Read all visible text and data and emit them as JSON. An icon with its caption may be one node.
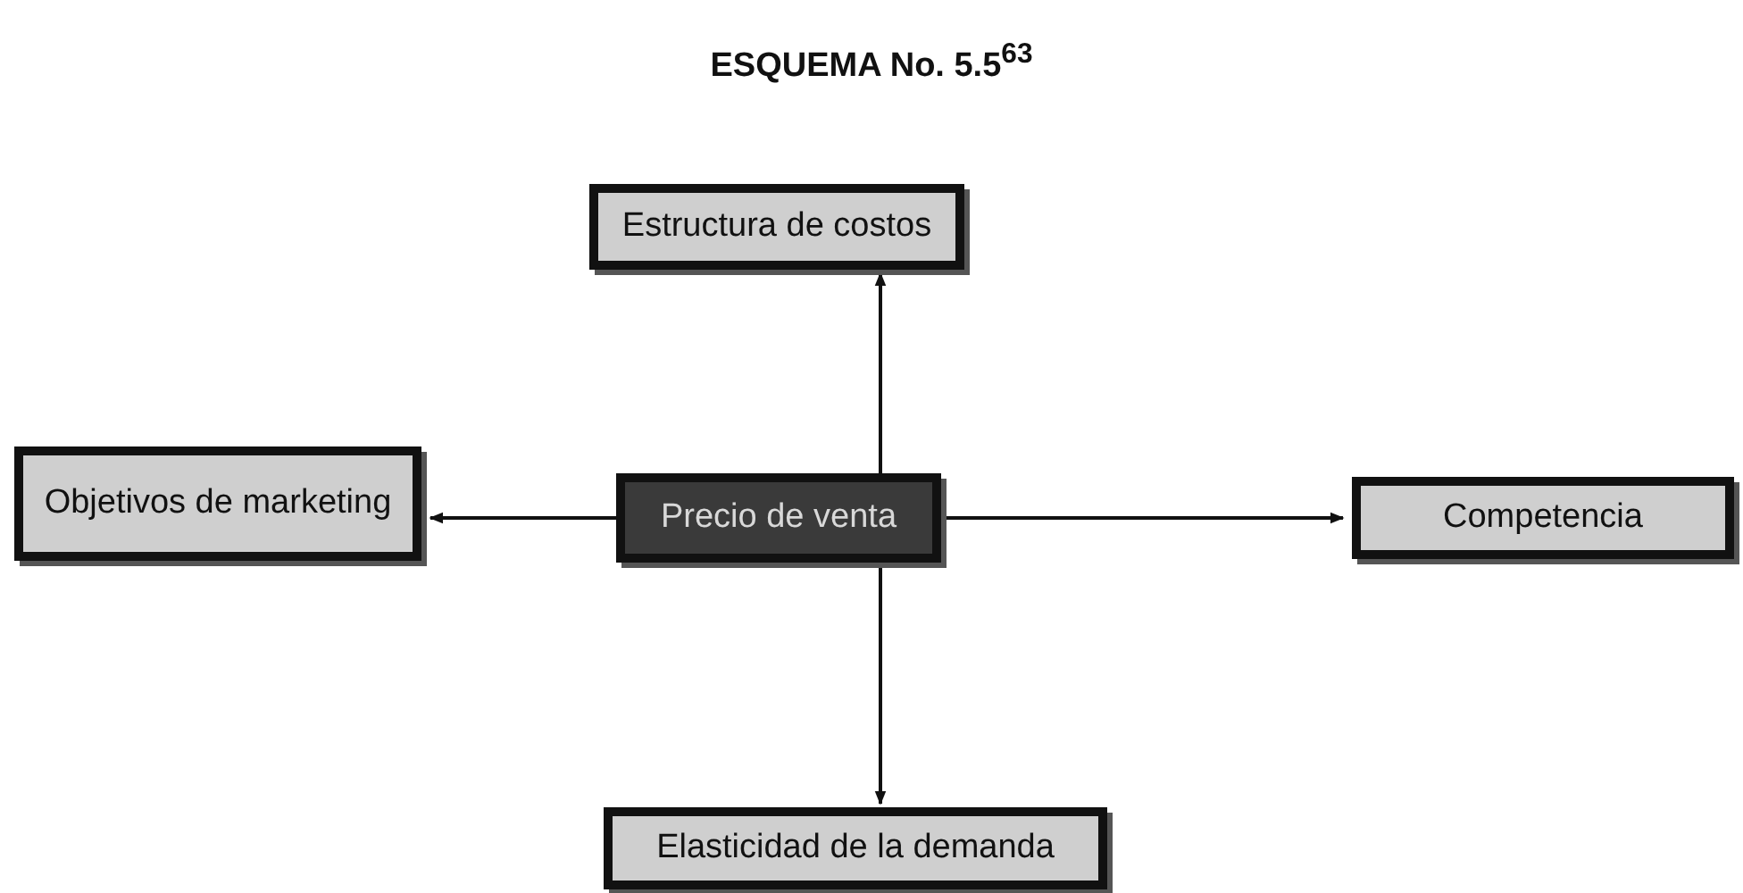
{
  "diagram": {
    "title": "ESQUEMA No. 5.5$^{63}$",
    "nodes": [
      {
        "text": [
          "Estructura de costos"
        ]
      },
      {
        "text": [
          "Objetivos de marketing"
        ]
      },
      {
        "text": [
          "Precio de venta"
        ]
      },
      {
        "text": [
          "Competencia"
        ]
      },
      {
        "text": [
          "Elasticidad de la demanda"
        ]
      }
    ],
    "edges": [
      {
        "from": 2,
        "to": 0,
        "arrow": "to"
      },
      {
        "from": 2,
        "to": 1,
        "arrow": "to"
      },
      {
        "from": 2,
        "to": 3,
        "arrow": "to"
      },
      {
        "from": 2,
        "to": 4,
        "arrow": "to"
      }
    ]
  }
}
